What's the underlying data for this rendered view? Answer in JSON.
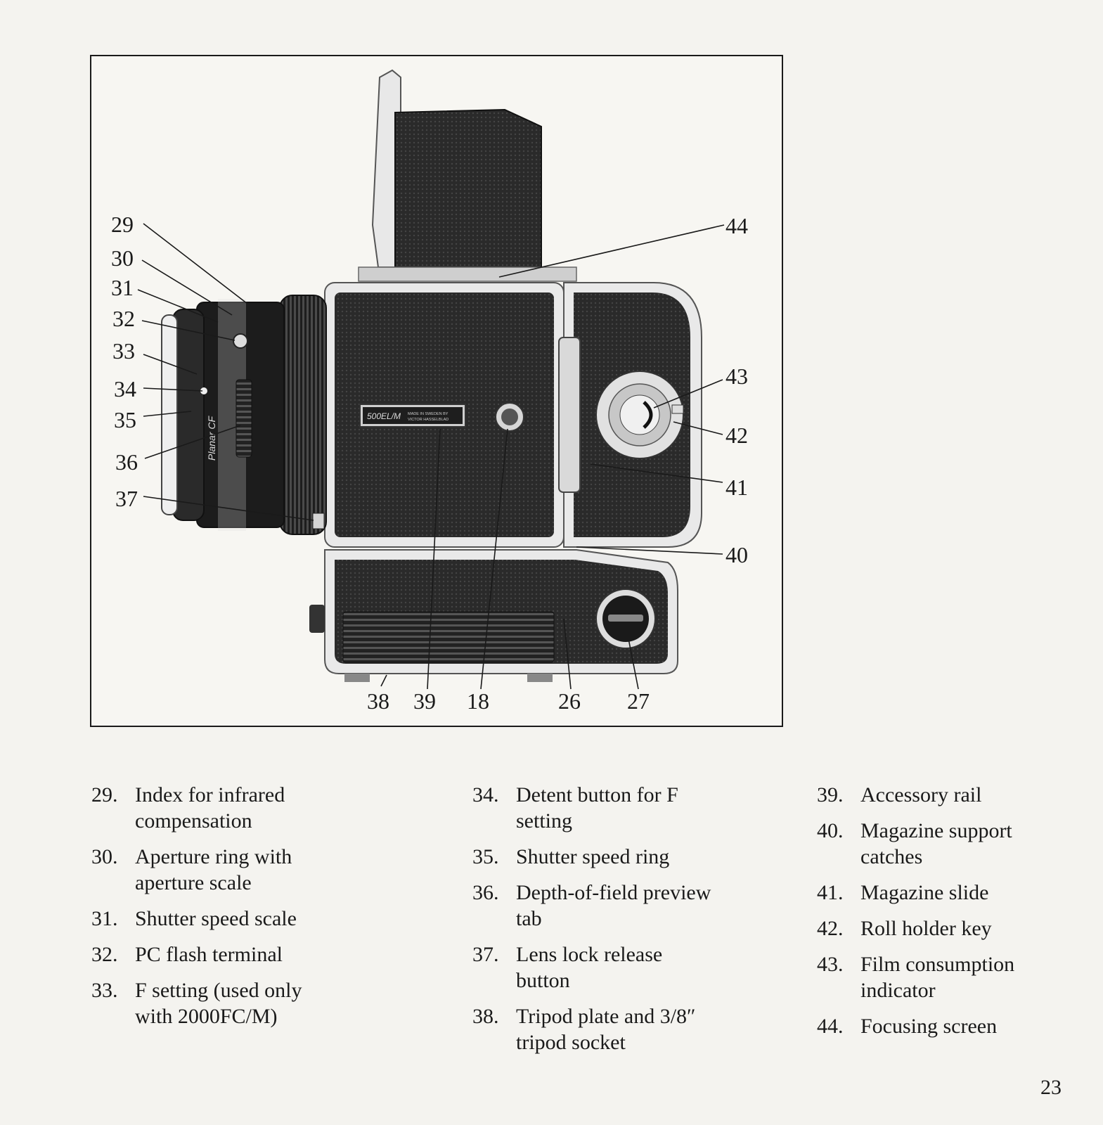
{
  "figure": {
    "callouts": [
      "29",
      "30",
      "31",
      "32",
      "33",
      "34",
      "35",
      "36",
      "37",
      "44",
      "43",
      "42",
      "41",
      "40",
      "38",
      "39",
      "18",
      "26",
      "27"
    ],
    "nameplate": {
      "model": "500EL/M",
      "line1": "MADE IN SWEDEN BY",
      "line2": "VICTOR HASSELBLAD"
    },
    "lens_brand": "Planar CF"
  },
  "legend": {
    "col1": [
      {
        "num": "29.",
        "text": "Index for infrared compensation"
      },
      {
        "num": "30.",
        "text": "Aperture ring with aperture scale"
      },
      {
        "num": "31.",
        "text": "Shutter speed scale"
      },
      {
        "num": "32.",
        "text": "PC flash terminal"
      },
      {
        "num": "33.",
        "text": "F setting (used only with 2000FC/M)"
      }
    ],
    "col2": [
      {
        "num": "34.",
        "text": "Detent button for F setting"
      },
      {
        "num": "35.",
        "text": "Shutter speed ring"
      },
      {
        "num": "36.",
        "text": "Depth-of-field preview tab"
      },
      {
        "num": "37.",
        "text": "Lens lock release button"
      },
      {
        "num": "38.",
        "text": "Tripod plate and 3/8″ tripod socket"
      }
    ],
    "col3": [
      {
        "num": "39.",
        "text": "Accessory rail"
      },
      {
        "num": "40.",
        "text": "Magazine support catches"
      },
      {
        "num": "41.",
        "text": "Magazine slide"
      },
      {
        "num": "42.",
        "text": "Roll holder key"
      },
      {
        "num": "43.",
        "text": "Film consumption indicator"
      },
      {
        "num": "44.",
        "text": "Focusing screen"
      }
    ]
  },
  "page_number": "23"
}
